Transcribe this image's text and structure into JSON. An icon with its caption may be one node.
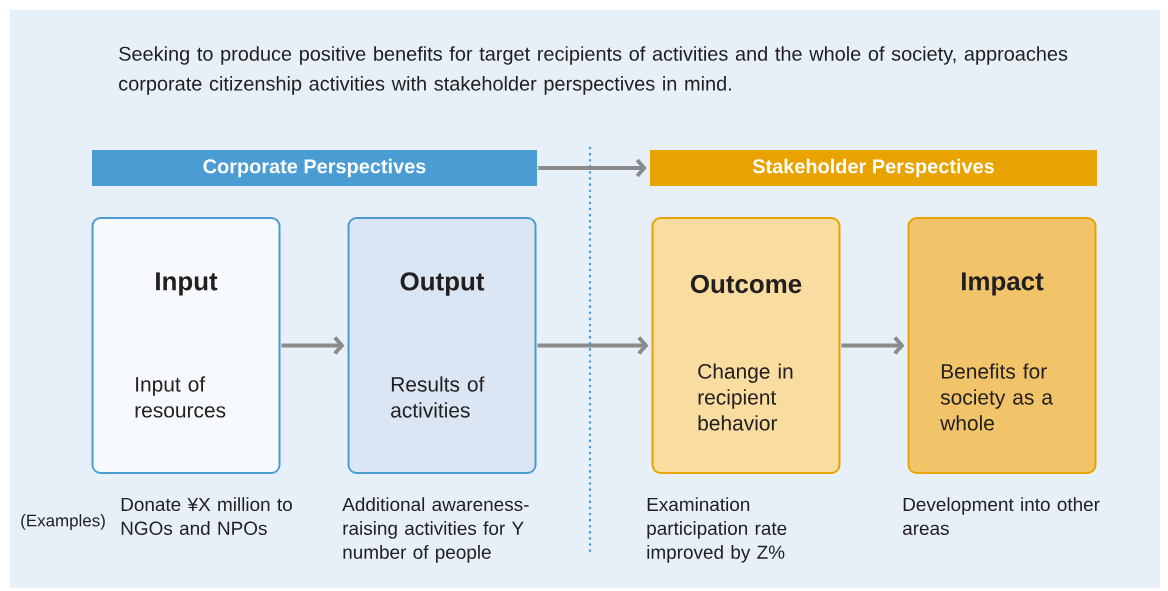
{
  "diagram": {
    "title": "Seeking to produce positive benefits for target recipients of activities and the whole of society, approaches corporate citizenship activities with stakeholder perspectives in mind.",
    "nodes": [
      {
        "text": [
          "Corporate Perspectives"
        ]
      },
      {
        "text": [
          "Stakeholder Perspectives"
        ]
      },
      {
        "text": [
          "Input",
          "Input of resources"
        ],
        "beside": [
          "Donate ¥X million to NGOs and NPOs"
        ]
      },
      {
        "text": [
          "Output",
          "Results of activities"
        ],
        "beside": [
          "Additional awareness-raising activities for Y number of people"
        ]
      },
      {
        "text": [
          "Outcome",
          "Change in recipient behavior"
        ],
        "beside": [
          "Examination participation rate improved by Z%"
        ]
      },
      {
        "text": [
          "Impact",
          "Benefits for society as a whole"
        ],
        "beside": [
          "Development into other areas"
        ]
      }
    ],
    "edges": [
      {
        "from": 0,
        "to": 1,
        "arrow": "to"
      },
      {
        "from": 2,
        "to": 3,
        "arrow": "to"
      },
      {
        "from": 3,
        "to": 4,
        "arrow": "to"
      },
      {
        "from": 4,
        "to": 5,
        "arrow": "to"
      }
    ],
    "labels": [
      "(Examples)"
    ]
  }
}
